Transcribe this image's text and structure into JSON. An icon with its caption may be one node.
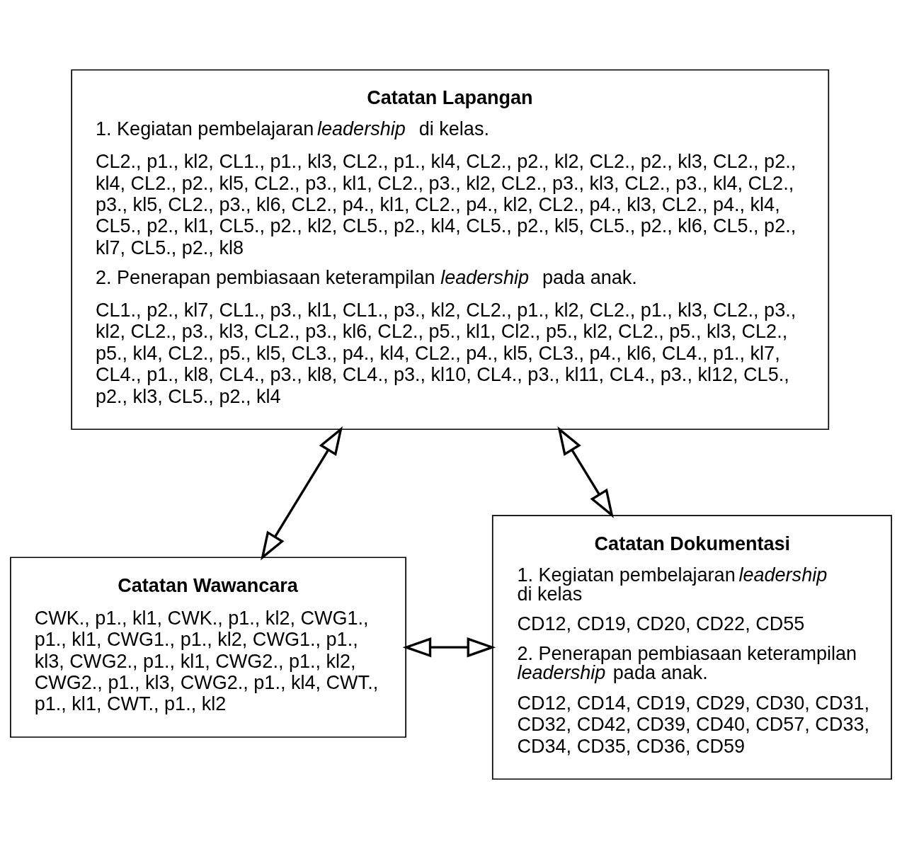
{
  "diagram": {
    "nodes": [
      {
        "text": [
          "Catatan Lapangan",
          "1. Kegiatan pembelajaran *leadership* di kelas.",
          "CL2., p1., kl2, CL1., p1., kl3, CL2., p1., kl4, CL2., p2., kl2, CL2., p2., kl3, CL2., p2., kl4, CL2., p2., kl5, CL2., p3., kl1, CL2., p3., kl2, CL2., p3., kl3, CL2., p3., kl4, CL2., p3., kl5, CL2., p3., kl6, CL2., p4., kl1, CL2., p4., kl2, CL2., p4., kl3, CL2., p4., kl4, CL5., p2., kl1, CL5., p2., kl2, CL5., p2., kl4, CL5., p2., kl5, CL5., p2., kl6, CL5., p2., kl7, CL5., p2., kl8",
          "2. Penerapan pembiasaan keterampilan *leadership* pada anak.",
          "CL1., p2., kl7, CL1., p3., kl1, CL1., p3., kl2, CL2., p1., kl2, CL2., p1., kl3, CL2., p3., kl2, CL2., p3., kl3, CL2., p3., kl6, CL2., p5., kl1, Cl2., p5., kl2, CL2., p5., kl3, CL2., p5., kl4, CL2., p5., kl5, CL3., p4., kl4, CL2., p4., kl5, CL3., p4., kl6, CL4., p1., kl7, CL4., p1., kl8, CL4., p3., kl8, CL4., p3., kl10, CL4., p3., kl11, CL4., p3., kl12, CL5., p2., kl3, CL5., p2., kl4"
        ]
      },
      {
        "text": [
          "Catatan Wawancara",
          "CWK., p1., kl1, CWK., p1., kl2, CWG1., p1., kl1, CWG1., p1., kl2, CWG1., p1., kl3, CWG2., p1., kl1, CWG2., p1., kl2, CWG2., p1., kl3, CWG2., p1., kl4, CWT., p1., kl1, CWT., p1., kl2"
        ]
      },
      {
        "text": [
          "Catatan Dokumentasi",
          "1. Kegiatan pembelajaran *leadership* di kelas",
          "CD12, CD19, CD20, CD22, CD55",
          "2. Penerapan pembiasaan keterampilan *leadership* pada anak.",
          "CD12, CD14, CD19, CD29, CD30, CD31, CD32, CD42, CD39, CD40, CD57, CD33, CD34, CD35, CD36, CD59"
        ]
      }
    ],
    "edges": [
      {
        "from": 0,
        "to": 1,
        "arrow": "both"
      },
      {
        "from": 0,
        "to": 2,
        "arrow": "both"
      },
      {
        "from": 1,
        "to": 2,
        "arrow": "both"
      }
    ]
  }
}
